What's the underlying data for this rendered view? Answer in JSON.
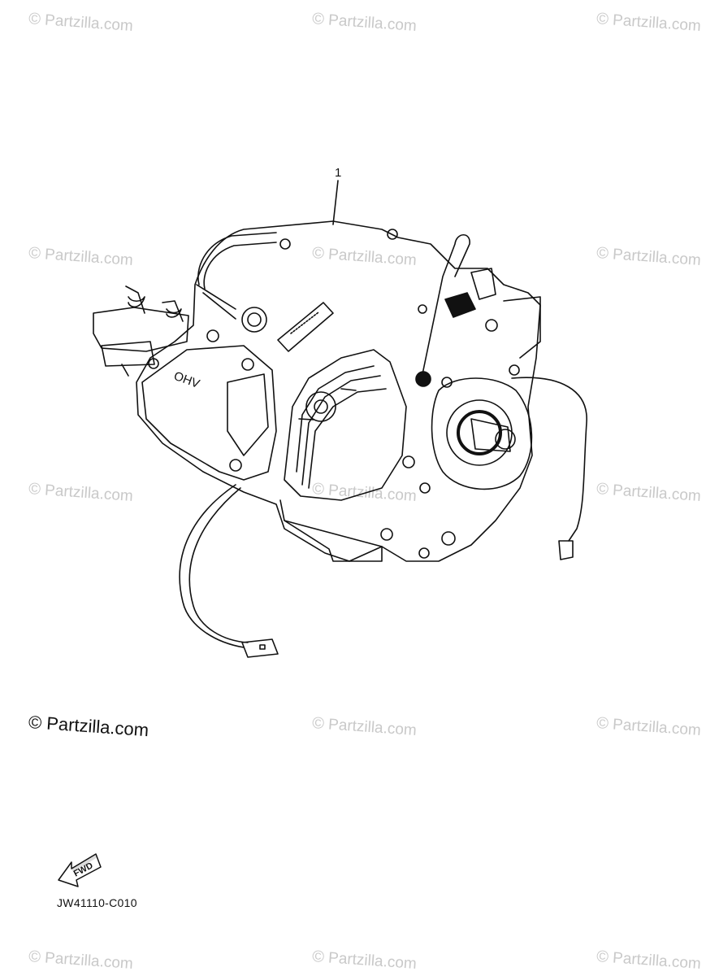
{
  "diagram": {
    "callout_number": "1",
    "engine_label": "OHV",
    "fwd_label": "FWD",
    "part_code": "JW41110-C010",
    "copyright": "© Partzilla.com"
  },
  "watermark": {
    "symbol": "©",
    "text": "Partzilla.com"
  }
}
